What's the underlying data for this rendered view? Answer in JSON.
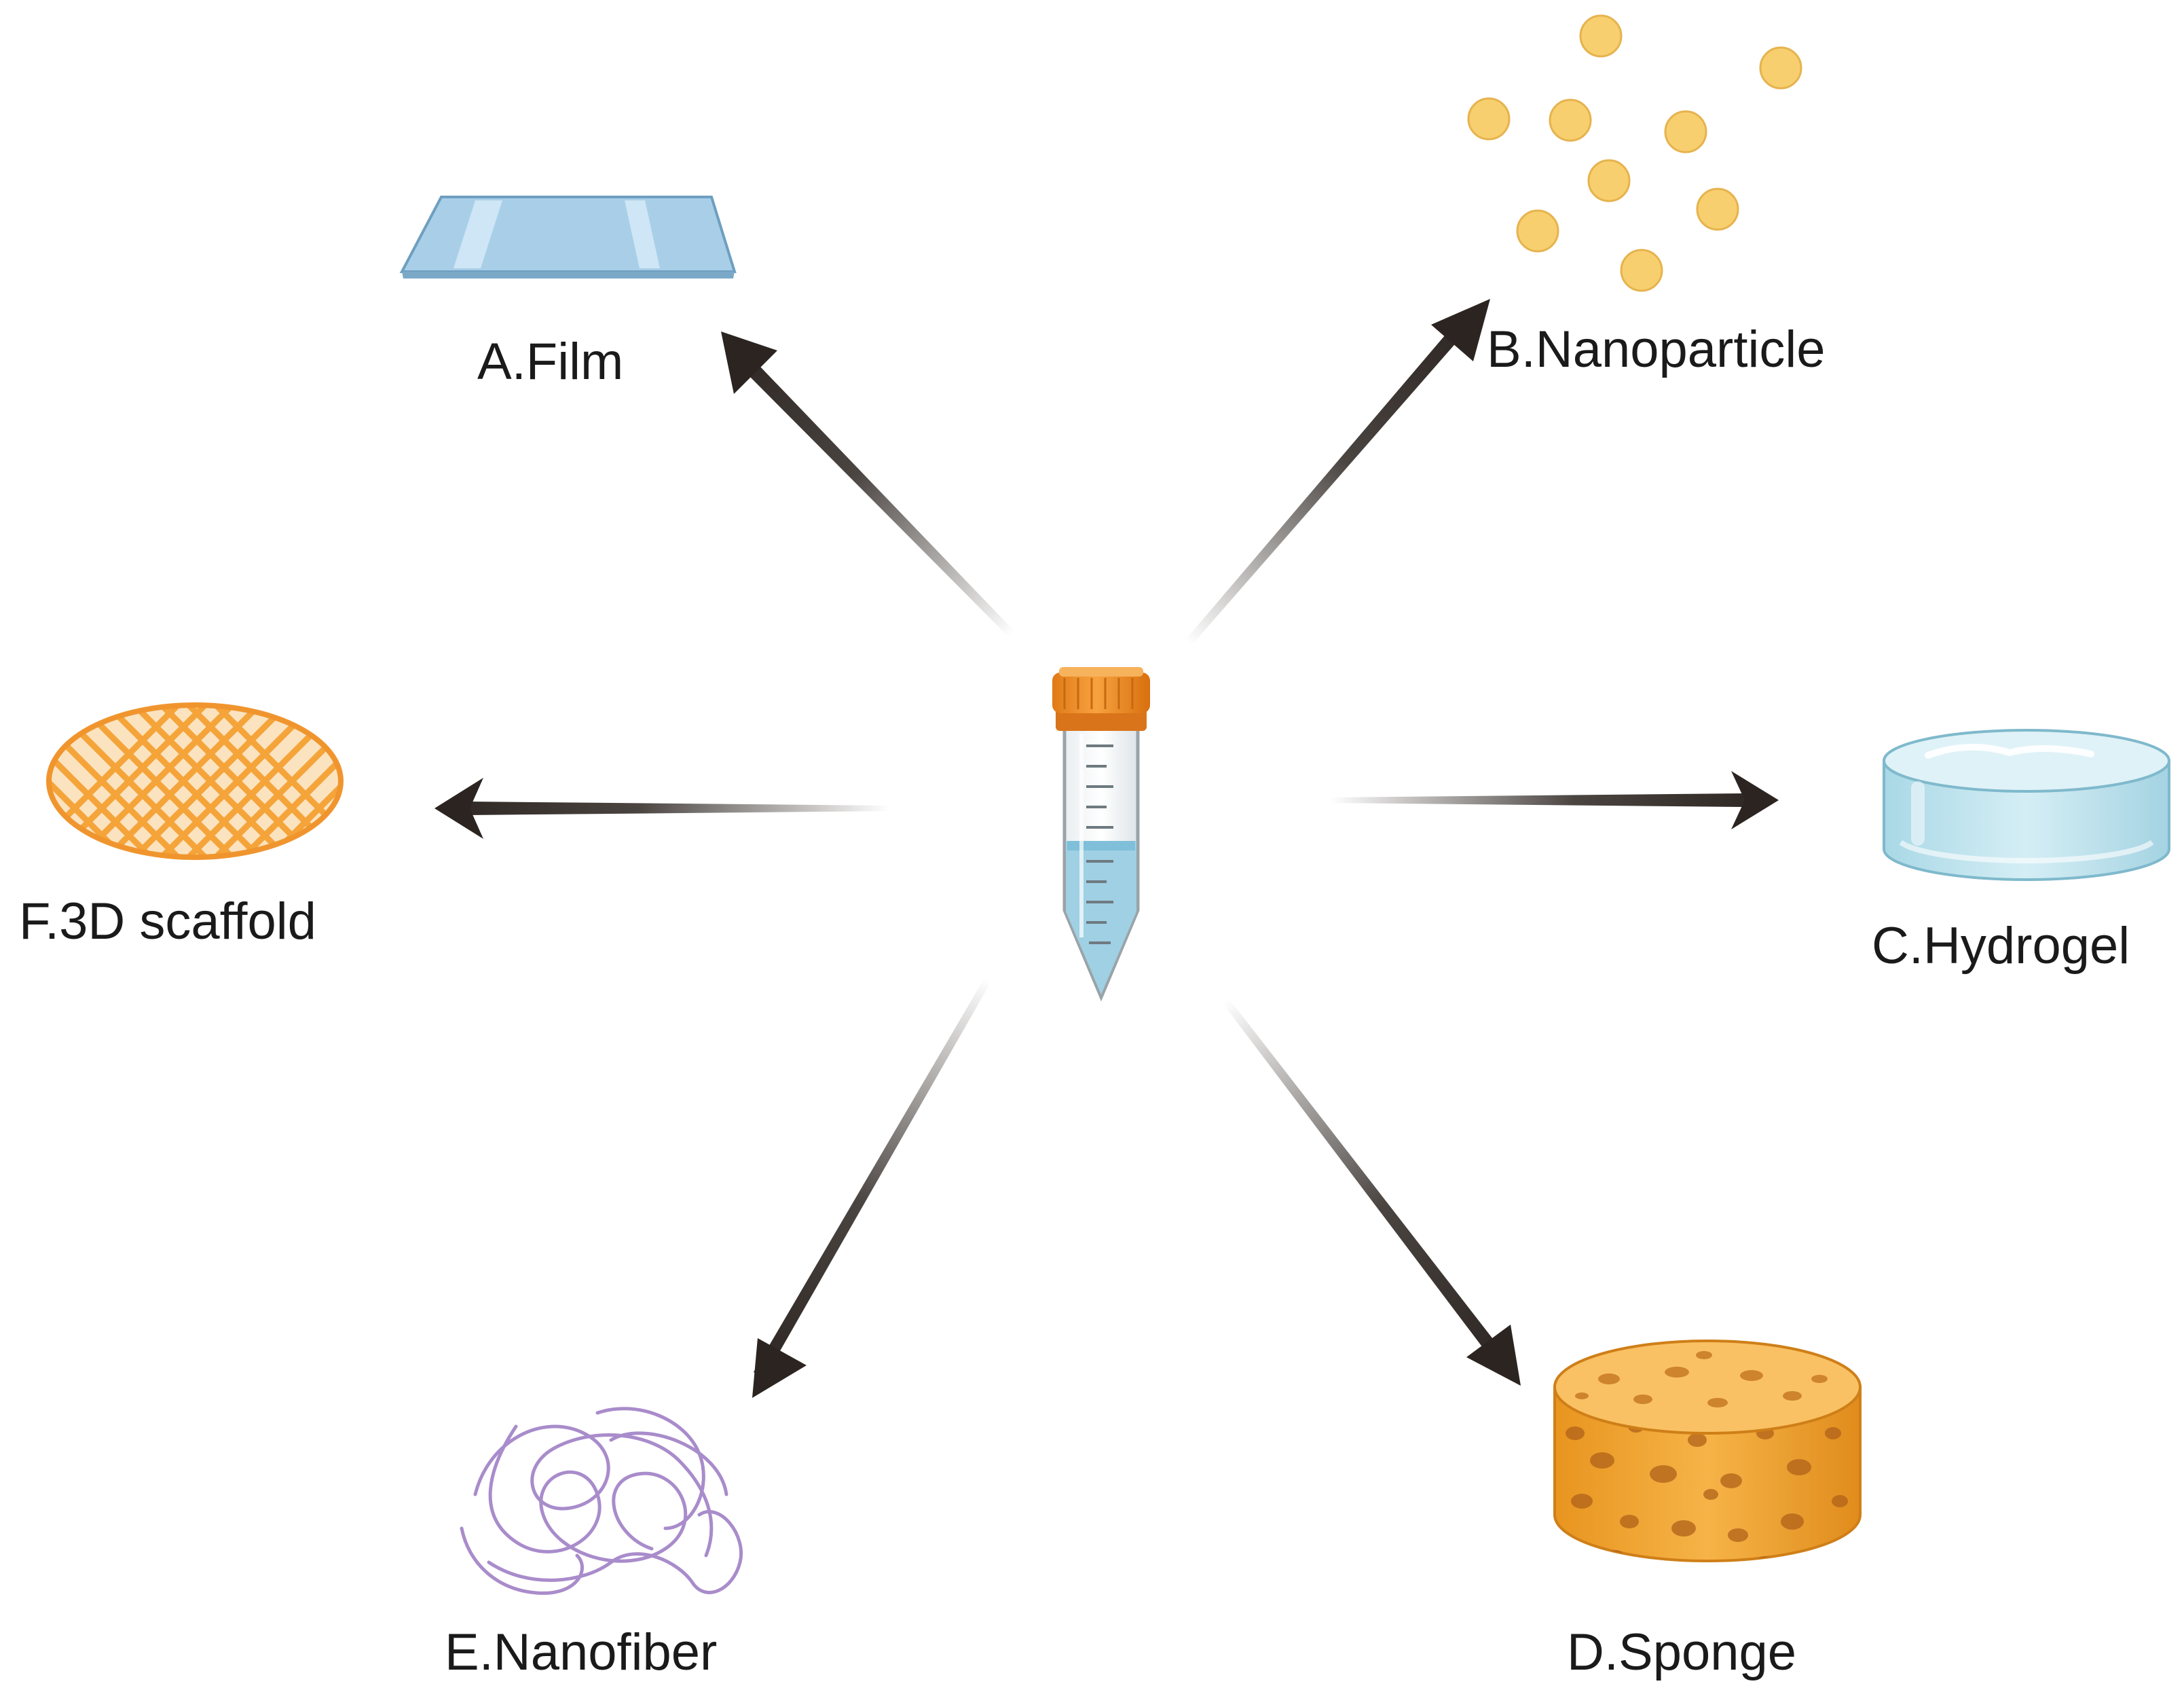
{
  "labels": {
    "film": "A.Film",
    "nanoparticle": "B.Nanoparticle",
    "hydrogel": "C.Hydrogel",
    "sponge": "D.Sponge",
    "nanofiber": "E.Nanofiber",
    "scaffold": "F.3D scaffold"
  },
  "colors": {
    "arrow": "#2b2420",
    "tube_cap": "#f0952e",
    "tube_liquid": "#9fd0e4",
    "film": "#a9cfe8",
    "nanoparticle": "#f8cf6e",
    "hydrogel": "#c5e6ef",
    "sponge": "#f2a93b",
    "nanofiber": "#a98ccb",
    "scaffold": "#f5a43a"
  }
}
